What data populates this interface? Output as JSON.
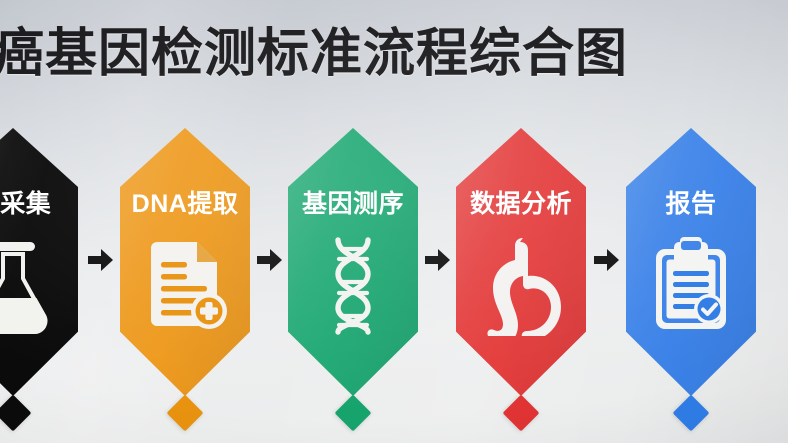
{
  "poster": {
    "title": "癌基因检测标准流程综合图",
    "background_top_color": "#c3c8cf",
    "background_bottom_color": "#ecedee",
    "title_color": "#1b1b1d"
  },
  "flow": {
    "arrow_color": "#111111",
    "arrow_label": "next-step-arrow",
    "steps": [
      {
        "index": "1",
        "label": "本采集",
        "color": "#0b0b0b",
        "icon": "flask-icon",
        "diamond_color": "#0b0b0b"
      },
      {
        "index": "2",
        "label": "DNA提取",
        "color": "#ee9a1e",
        "icon": "document-plus-icon",
        "diamond_color": "#e8920f"
      },
      {
        "index": "3",
        "label": "基因测序",
        "color": "#1fa974",
        "icon": "dna-helix-icon",
        "diamond_color": "#16a36c"
      },
      {
        "index": "4",
        "label": "数据分析",
        "color": "#e43c3c",
        "icon": "stomach-icon",
        "diamond_color": "#e03333"
      },
      {
        "index": "5",
        "label": "报告",
        "color": "#3b82e8",
        "icon": "clipboard-check-icon",
        "diamond_color": "#2f7ce6"
      }
    ]
  }
}
